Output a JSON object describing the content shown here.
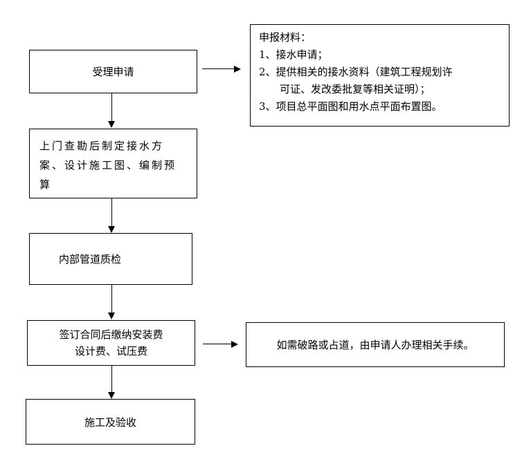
{
  "flowchart": {
    "steps": [
      "受理申请",
      "上门查勘后制定接水方案、设计施工图、编制预算",
      "内部管道质检",
      "签订合同后缴纳安装费设计费、试压费",
      "施工及验收"
    ],
    "step2_lines": [
      "上门查勘后制定接水方",
      "案、设计施工图、编制预",
      "算"
    ],
    "step4_lines": [
      "签订合同后缴纳安装费",
      "设计费、试压费"
    ],
    "materials_note": {
      "title": "申报材料：",
      "items": [
        "1、接水申请；",
        "2、提供相关的接水资料（建筑工程规划许",
        "可证、发改委批复等相关证明）；",
        "3、项目总平面图和用水点平面布置图。"
      ]
    },
    "road_note": "如需破路或占道，由申请人办理相关手续。"
  }
}
